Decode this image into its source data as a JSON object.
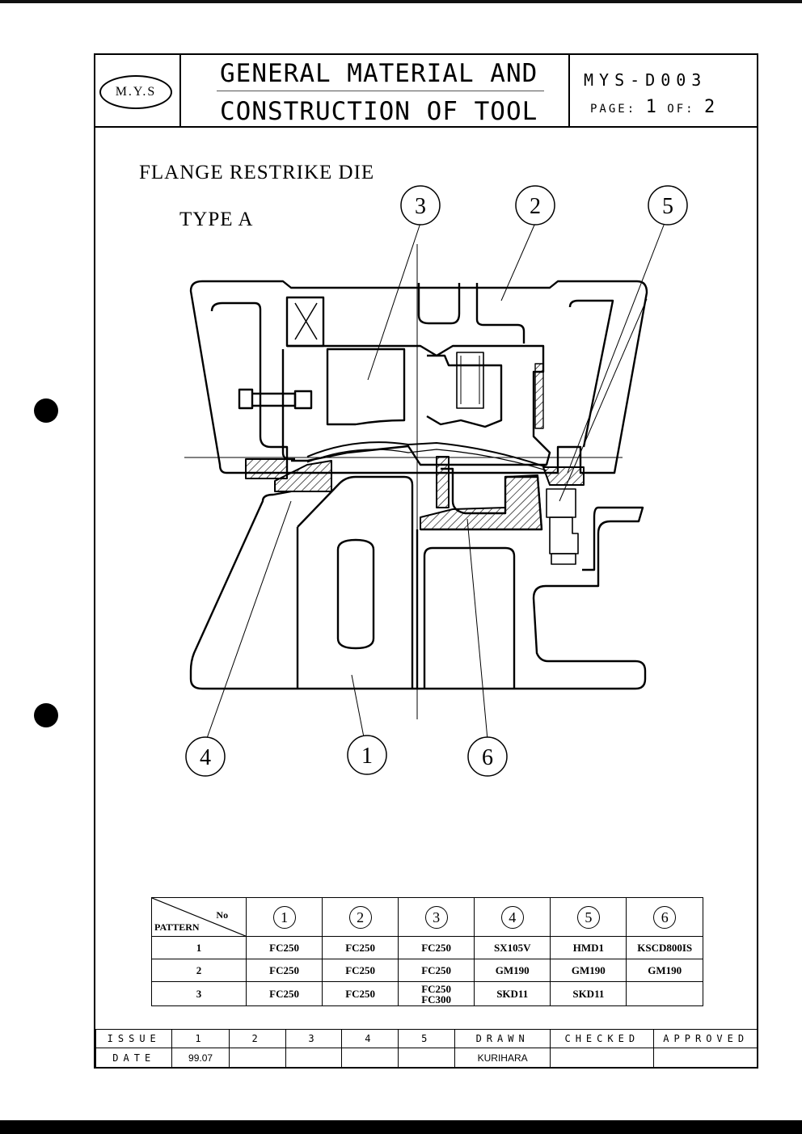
{
  "header": {
    "logo_text": "M.Y.S",
    "title_line1": "GENERAL MATERIAL AND",
    "title_line2": "CONSTRUCTION OF TOOL",
    "doc_number": "MYS-D003",
    "page_label": "PAGE:",
    "page_current": "1",
    "page_of": "OF:",
    "page_total": "2"
  },
  "drawing": {
    "title": "FLANGE RESTRIKE DIE",
    "type": "TYPE A",
    "callouts": [
      "1",
      "2",
      "3",
      "4",
      "5",
      "6"
    ]
  },
  "materials": {
    "header_no": "No",
    "header_pattern": "PATTERN",
    "columns": [
      "1",
      "2",
      "3",
      "4",
      "5",
      "6"
    ],
    "rows": [
      {
        "pattern": "1",
        "cells": [
          "FC250",
          "FC250",
          "FC250",
          "SX105V",
          "HMD1",
          "KSCD800IS"
        ]
      },
      {
        "pattern": "2",
        "cells": [
          "FC250",
          "FC250",
          "FC250",
          "GM190",
          "GM190",
          "GM190"
        ]
      },
      {
        "pattern": "3",
        "cells": [
          "FC250",
          "FC250",
          "FC250\nFC300",
          "SKD11",
          "SKD11",
          ""
        ]
      }
    ]
  },
  "footer": {
    "issue_label": "ISSUE",
    "date_label": "DATE",
    "issues": [
      "1",
      "2",
      "3",
      "4",
      "5"
    ],
    "dates": [
      "99.07",
      "",
      "",
      "",
      ""
    ],
    "drawn_label": "DRAWN",
    "checked_label": "CHECKED",
    "approved_label": "APPROVED",
    "drawn_value": "KURIHARA",
    "checked_value": "",
    "approved_value": ""
  }
}
